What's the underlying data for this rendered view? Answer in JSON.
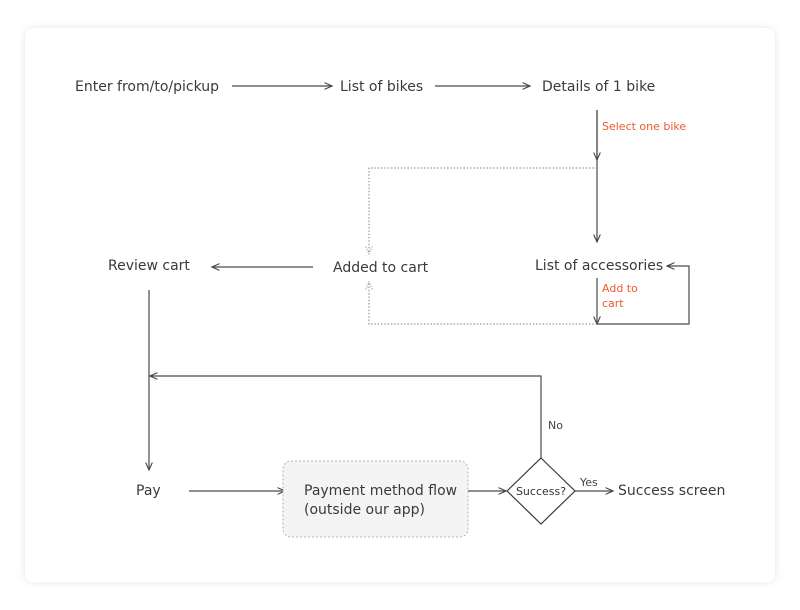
{
  "nodes": {
    "enter": "Enter from/to/pickup",
    "list_bikes": "List of bikes",
    "details_bike": "Details of 1 bike",
    "list_accessories": "List of accessories",
    "added_to_cart": "Added to cart",
    "review_cart": "Review cart",
    "pay": "Pay",
    "payment_flow_line1": "Payment method flow",
    "payment_flow_line2": "(outside our app)",
    "decision": "Success?",
    "success_screen": "Success screen"
  },
  "annotations": {
    "select_one_bike": "Select one bike",
    "add_to_cart_line1": "Add to",
    "add_to_cart_line2": "cart"
  },
  "edge_labels": {
    "no": "No",
    "yes": "Yes"
  },
  "colors": {
    "text": "#3a3a3a",
    "annotation": "#f0592f",
    "line": "#4a4a4a",
    "dotted": "#9a9a9a",
    "box_fill": "#f4f4f4"
  }
}
